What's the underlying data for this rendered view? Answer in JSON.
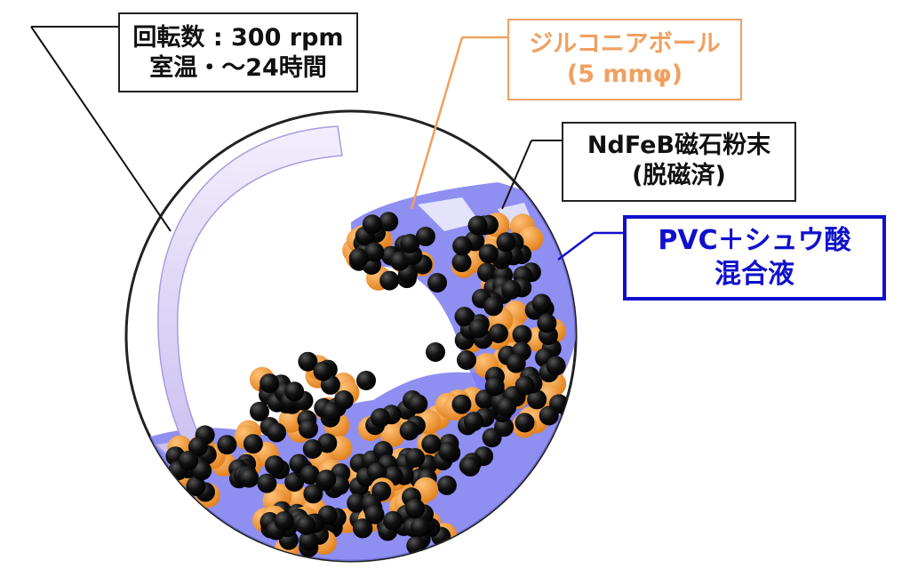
{
  "labels": {
    "condition": {
      "line1": "回転数 : 300 rpm",
      "line2": "室温・〜24時間"
    },
    "zirconia": {
      "line1": "ジルコニアボール",
      "line2": "(5 mmφ)"
    },
    "ndfeb": {
      "line1": "NdFeB磁石粉末",
      "line2": "(脱磁済)"
    },
    "mixture": {
      "line1": "PVC＋シュウ酸",
      "line2": "混合液"
    }
  },
  "colors": {
    "zirconia_label": "#f0a060",
    "mixture_label": "#1010cc",
    "ball": "#f09a38",
    "powder": "#111111",
    "liquid": "#7b7bf0",
    "rotation_arrow": "#d8d0f4"
  },
  "icons": [
    "rotation-arrow-icon"
  ]
}
